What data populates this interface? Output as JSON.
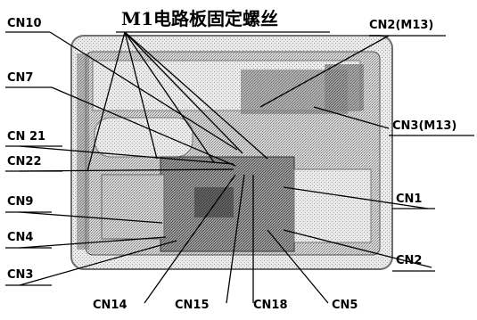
{
  "title": "M1电路板固定螺丝",
  "labels": {
    "cn10": "CN10",
    "cn2_m13": "CN2(M13)",
    "cn7": "CN7",
    "cn3_m13": "CN3(M13)",
    "cn21": "CN 21",
    "cn22": "CN22",
    "cn9": "CN9",
    "cn1": "CN1",
    "cn4": "CN4",
    "cn2": "CN2",
    "cn3": "CN3",
    "cn14": "CN14",
    "cn15": "CN15",
    "cn18": "CN18",
    "cn5": "CN5"
  },
  "colors": {
    "ink": "#000000",
    "board": "#c9c9c9",
    "board_dark": "#8a8a8a",
    "frame": "#6e6e6e"
  }
}
